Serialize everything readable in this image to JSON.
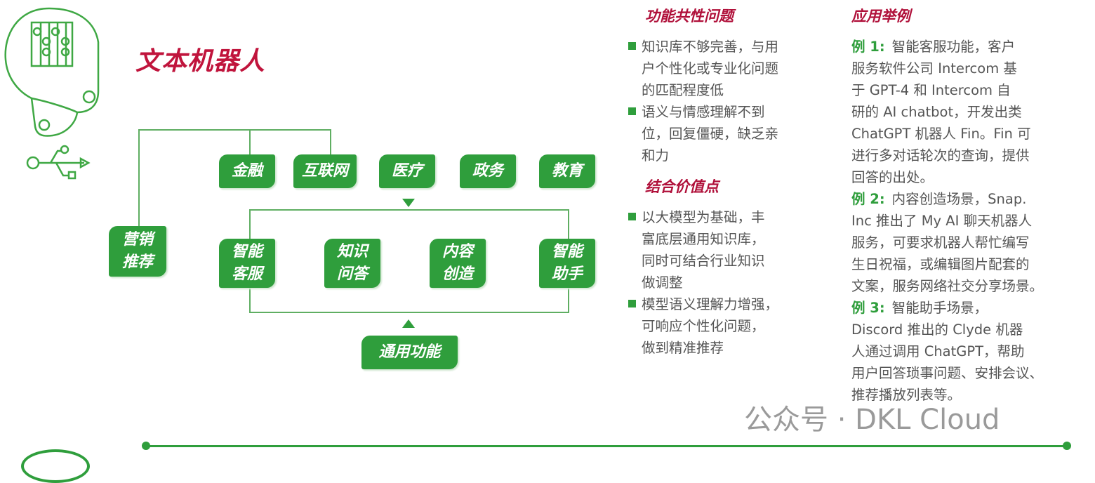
{
  "title": "文本机器人",
  "industries": [
    "金融",
    "互联网",
    "医疗",
    "政务",
    "教育"
  ],
  "functions": [
    [
      "智能",
      "客服"
    ],
    [
      "知识",
      "问答"
    ],
    [
      "内容",
      "创造"
    ],
    [
      "智能",
      "助手"
    ]
  ],
  "marketing": [
    "营销",
    "推荐"
  ],
  "general": "通用功能",
  "common_issues": {
    "heading": "功能共性问题",
    "items": [
      [
        "知识库不够完善，与用",
        "户个性化或专业化问题",
        "的匹配程度低"
      ],
      [
        "语义与情感理解不到",
        "位，回复僵硬，缺乏亲",
        "和力"
      ]
    ]
  },
  "value_points": {
    "heading": "结合价值点",
    "items": [
      [
        "以大模型为基础，丰",
        "富底层通用知识库，",
        "同时可结合行业知识",
        "做调整"
      ],
      [
        "模型语义理解力增强，",
        "可响应个性化问题，",
        "做到精准推荐"
      ]
    ]
  },
  "examples": {
    "heading": "应用举例",
    "items": [
      {
        "label": "例 1:",
        "lines": [
          "智能客服功能，客户",
          "服务软件公司 Intercom 基",
          "于 GPT-4 和 Intercom 自",
          "研的 AI chatbot，开发出类",
          "ChatGPT 机器人 Fin。Fin 可",
          "进行多对话轮次的查询，提供",
          "回答的出处。"
        ]
      },
      {
        "label": "例 2:",
        "lines": [
          "内容创造场景，Snap.",
          "Inc 推出了 My AI 聊天机器人",
          "服务，可要求机器人帮忙编写",
          "生日祝福，或编辑图片配套的",
          "文案，服务网络社交分享场景。"
        ]
      },
      {
        "label": "例 3:",
        "lines": [
          "智能助手场景，",
          "Discord 推出的 Clyde 机器",
          "人通过调用 ChatGPT，帮助",
          "用户回答琐事问题、安排会议、",
          "推荐播放列表等。"
        ]
      }
    ]
  },
  "watermark": "公众号 · DKL Cloud"
}
